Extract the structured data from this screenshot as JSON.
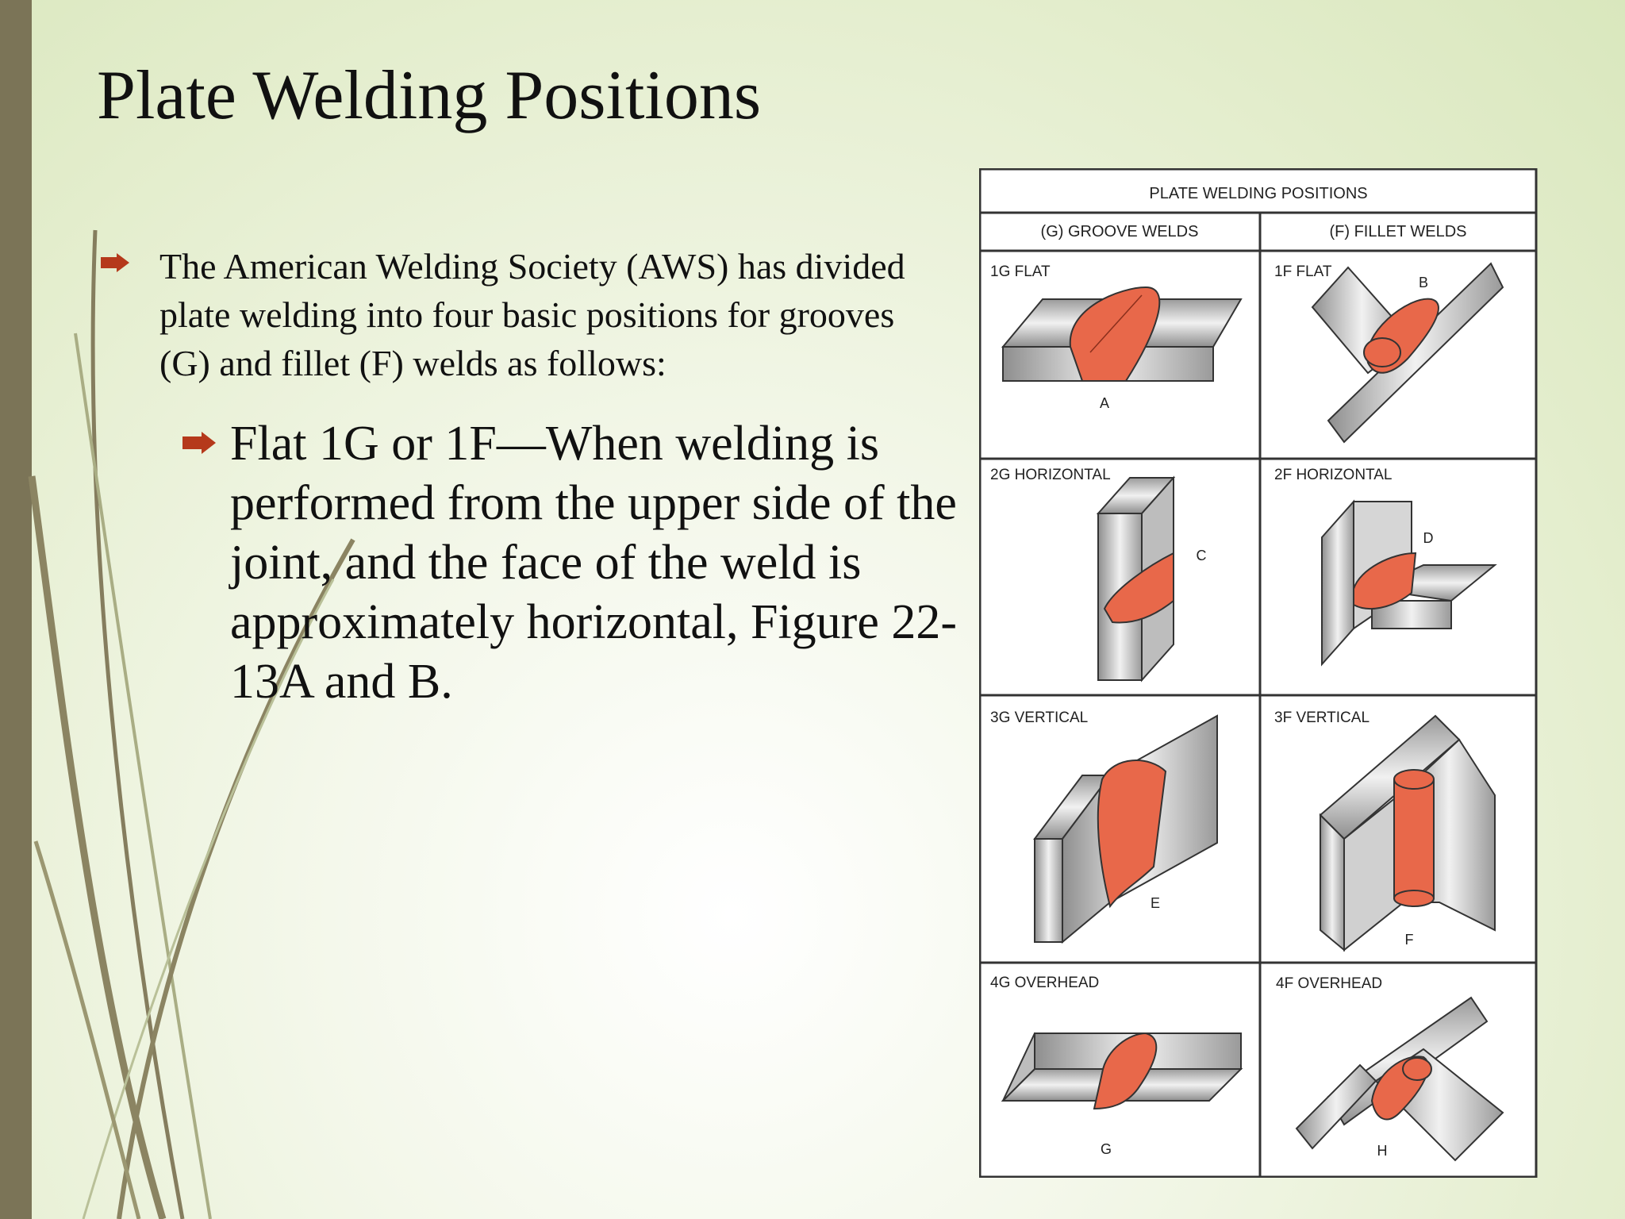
{
  "slide": {
    "title": "Plate Welding Positions",
    "bullets": [
      {
        "text": "The American Welding Society (AWS) has divided plate welding into four basic positions for grooves (G) and fillet (F) welds as follows:"
      },
      {
        "text": "Flat 1G or 1F—When welding is performed from the upper side of the joint, and the face of the weld is approximately horizontal, Figure 22-13A and B."
      }
    ]
  },
  "figure": {
    "title": "PLATE WELDING POSITIONS",
    "col_groove": "(G) GROOVE WELDS",
    "col_fillet": "(F) FILLET WELDS",
    "cells": [
      {
        "label": "1G FLAT",
        "letter": "A"
      },
      {
        "label": "1F FLAT",
        "letter": "B"
      },
      {
        "label": "2G HORIZONTAL",
        "letter": "C"
      },
      {
        "label": "2F HORIZONTAL",
        "letter": "D"
      },
      {
        "label": "3G VERTICAL",
        "letter": "E"
      },
      {
        "label": "3F VERTICAL",
        "letter": "F"
      },
      {
        "label": "4G OVERHEAD",
        "letter": "G"
      },
      {
        "label": "4F OVERHEAD",
        "letter": "H"
      }
    ]
  },
  "colors": {
    "sidebar": "#7b7457",
    "bullet_arrow": "#b5391b",
    "weld": "#e8684a",
    "plate": "#c6c6c6"
  }
}
